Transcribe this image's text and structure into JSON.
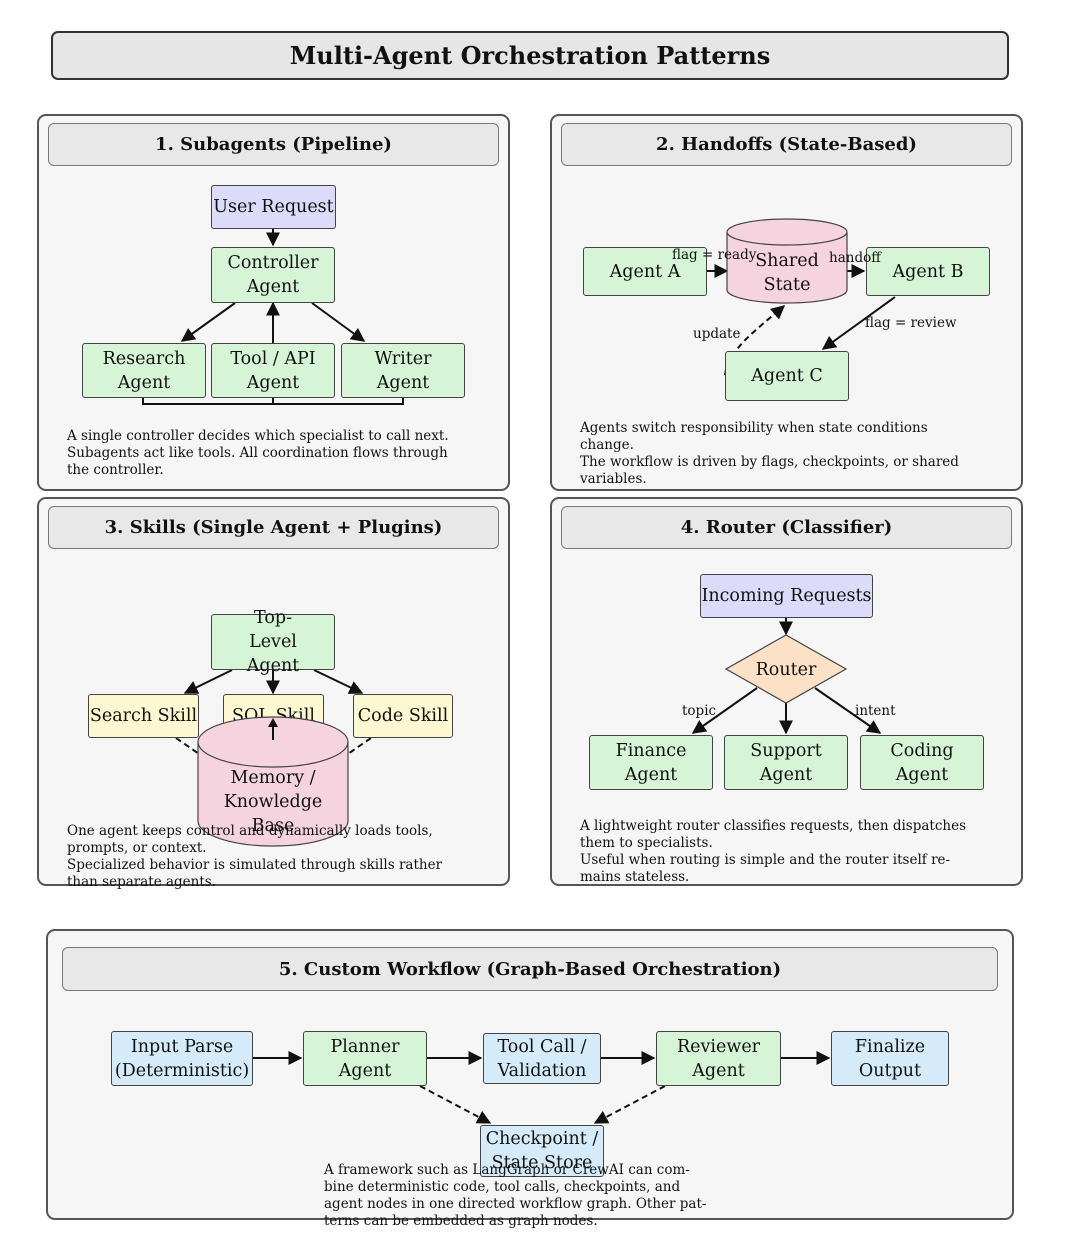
{
  "title": "Multi-Agent Orchestration Patterns",
  "panel1": {
    "heading": "1.  Subagents (Pipeline)",
    "user_request": "User Request",
    "controller": "Controller Agent",
    "research": "Research Agent",
    "tool_api": "Tool / API Agent",
    "writer": "Writer Agent",
    "desc_line1": "A single controller decides which specialist to call next.",
    "desc_line2": "Subagents act like tools.  All coordination flows through",
    "desc_line3": "the controller."
  },
  "panel2": {
    "heading": "2.  Handoffs (State-Based)",
    "agent_a": "Agent A",
    "shared_state": "Shared State",
    "agent_b": "Agent B",
    "agent_c": "Agent C",
    "label_flag_ready": "flag = ready",
    "label_handoff": "handoff",
    "label_update": "update",
    "label_flag_review": "flag = review",
    "desc_line1": "Agents switch responsibility when state conditions",
    "desc_line2": "change.",
    "desc_line3": "The workflow is driven by flags, checkpoints, or shared",
    "desc_line4": "variables."
  },
  "panel3": {
    "heading": "3.  Skills (Single Agent + Plugins)",
    "top_level": "Top-Level Agent",
    "search_skill": "Search Skill",
    "sql_skill": "SQL Skill",
    "code_skill": "Code Skill",
    "memory": "Memory / Knowledge Base",
    "desc_line1": "One agent keeps control and dynamically loads tools,",
    "desc_line2": "prompts, or context.",
    "desc_line3": "Specialized behavior is simulated through skills rather",
    "desc_line4": "than separate agents."
  },
  "panel4": {
    "heading": "4.  Router (Classifier)",
    "incoming": "Incoming Requests",
    "router": "Router",
    "label_topic": "topic",
    "label_intent": "intent",
    "finance": "Finance Agent",
    "support": "Support Agent",
    "coding": "Coding Agent",
    "desc_line1": "A lightweight router classifies requests, then dispatches",
    "desc_line2": "them to specialists.",
    "desc_line3": "Useful when routing is simple and the router itself re-",
    "desc_line4": "mains stateless."
  },
  "panel5": {
    "heading": "5.  Custom Workflow (Graph-Based Orchestration)",
    "input_parse": "Input Parse (Deterministic)",
    "planner": "Planner Agent",
    "tool_call": "Tool Call / Validation",
    "reviewer": "Reviewer Agent",
    "finalize": "Finalize Output",
    "checkpoint": "Checkpoint / State Store",
    "desc_line1": "A framework such as LangGraph or CrewAI can com-",
    "desc_line2": "bine deterministic code, tool calls, checkpoints, and",
    "desc_line3": "agent nodes in one directed workflow graph.  Other pat-",
    "desc_line4": "terns can be embedded as graph nodes."
  },
  "colors": {
    "agent_fill": "#d6f5d6",
    "request_fill": "#dcdcfa",
    "deterministic_fill": "#d6ebfa",
    "skill_fill": "#fdf8d2",
    "store_fill": "#f5d3df",
    "router_fill": "#fde1c7",
    "panel_fill": "#f6f6f6",
    "header_fill": "#e8e8e8"
  }
}
